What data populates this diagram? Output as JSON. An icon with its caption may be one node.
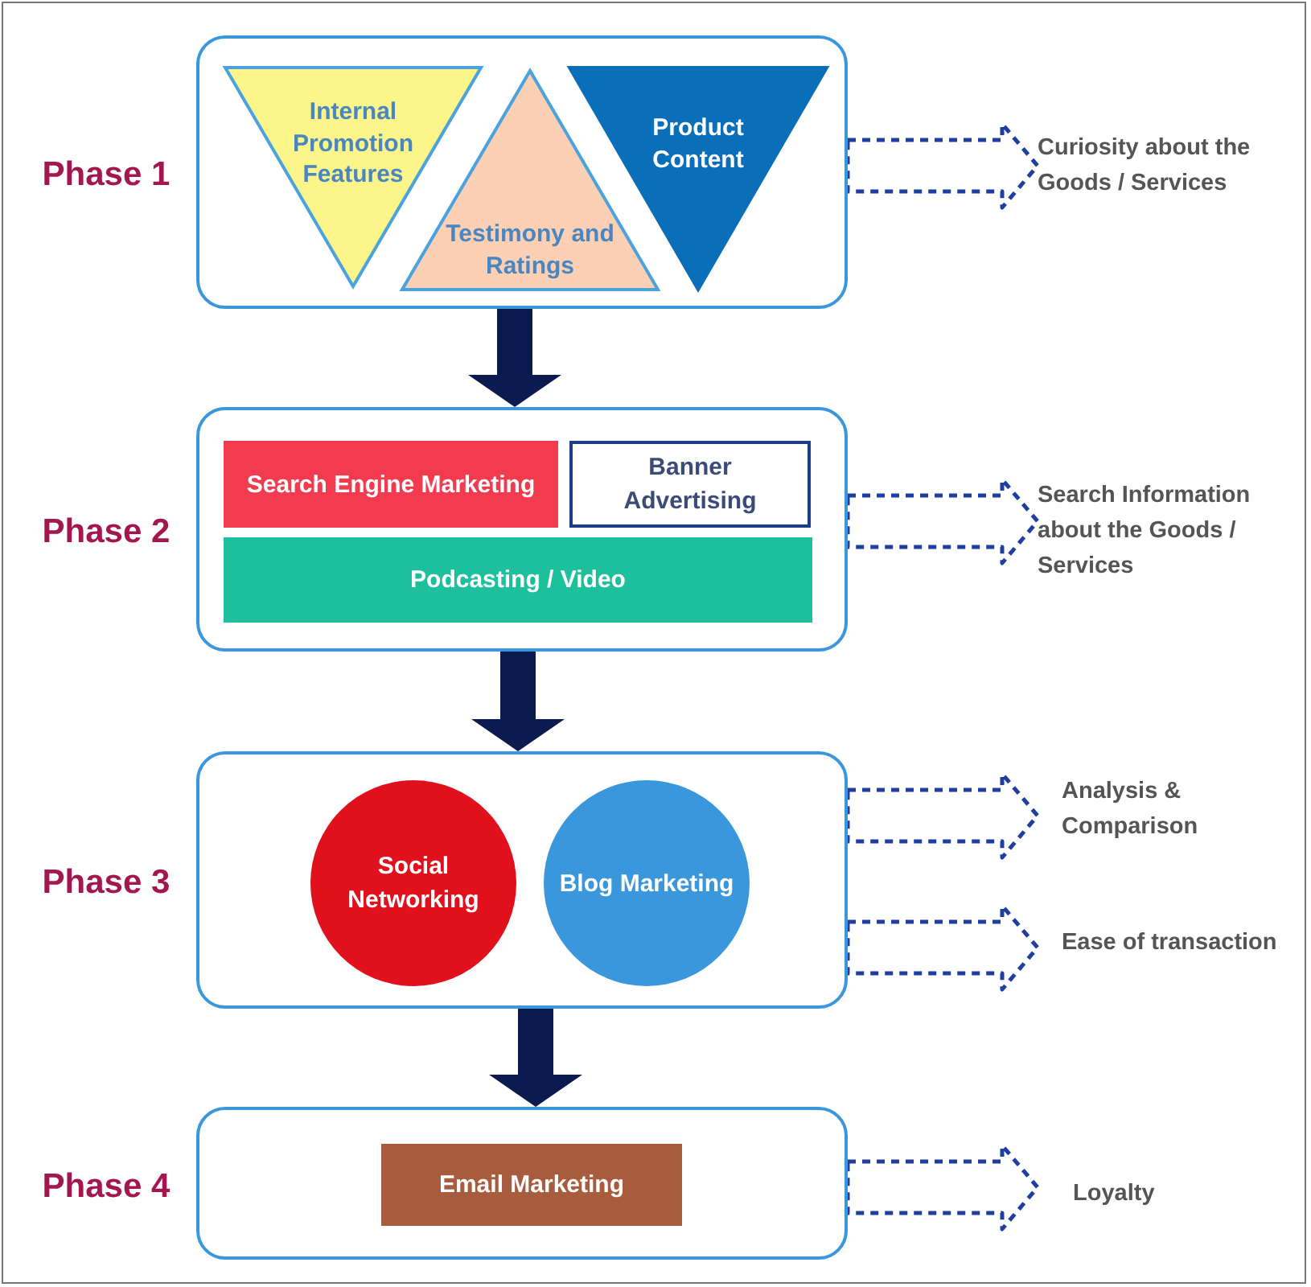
{
  "diagram": {
    "nodes": [
      {
        "text": [
          "Phase 1"
        ]
      },
      {
        "text": [
          "Internal Promotion Features"
        ],
        "in": 0
      },
      {
        "text": [
          "Testimony and Ratings"
        ],
        "in": 0
      },
      {
        "text": [
          "Product Content"
        ],
        "in": 0
      },
      {
        "text": [
          "Curiosity about the Goods / Services"
        ]
      },
      {
        "text": [
          "Phase 2"
        ]
      },
      {
        "text": [
          "Search Engine Marketing"
        ],
        "in": 5
      },
      {
        "text": [
          "Banner Advertising"
        ],
        "in": 5
      },
      {
        "text": [
          "Podcasting / Video"
        ],
        "in": 5
      },
      {
        "text": [
          "Search Information about the Goods / Services"
        ]
      },
      {
        "text": [
          "Phase 3"
        ]
      },
      {
        "text": [
          "Social Networking"
        ],
        "in": 10
      },
      {
        "text": [
          "Blog Marketing"
        ],
        "in": 10
      },
      {
        "text": [
          "Analysis & Comparison"
        ]
      },
      {
        "text": [
          "Ease of transaction"
        ]
      },
      {
        "text": [
          "Phase 4"
        ]
      },
      {
        "text": [
          "Email Marketing"
        ],
        "in": 15
      },
      {
        "text": [
          "Loyalty"
        ]
      }
    ],
    "edges": [
      {
        "from": 0,
        "to": 4,
        "arrow": "to",
        "style": "dashed"
      },
      {
        "from": 0,
        "to": 5,
        "arrow": "to",
        "style": "thick",
        "color": "#0b1a4f"
      },
      {
        "from": 5,
        "to": 9,
        "arrow": "to",
        "style": "dashed"
      },
      {
        "from": 5,
        "to": 10,
        "arrow": "to",
        "style": "thick",
        "color": "#0b1a4f"
      },
      {
        "from": 10,
        "to": 13,
        "arrow": "to",
        "style": "dashed"
      },
      {
        "from": 10,
        "to": 14,
        "arrow": "to",
        "style": "dashed"
      },
      {
        "from": 10,
        "to": 15,
        "arrow": "to",
        "style": "thick",
        "color": "#0b1a4f"
      },
      {
        "from": 15,
        "to": 17,
        "arrow": "to",
        "style": "dashed"
      }
    ]
  }
}
